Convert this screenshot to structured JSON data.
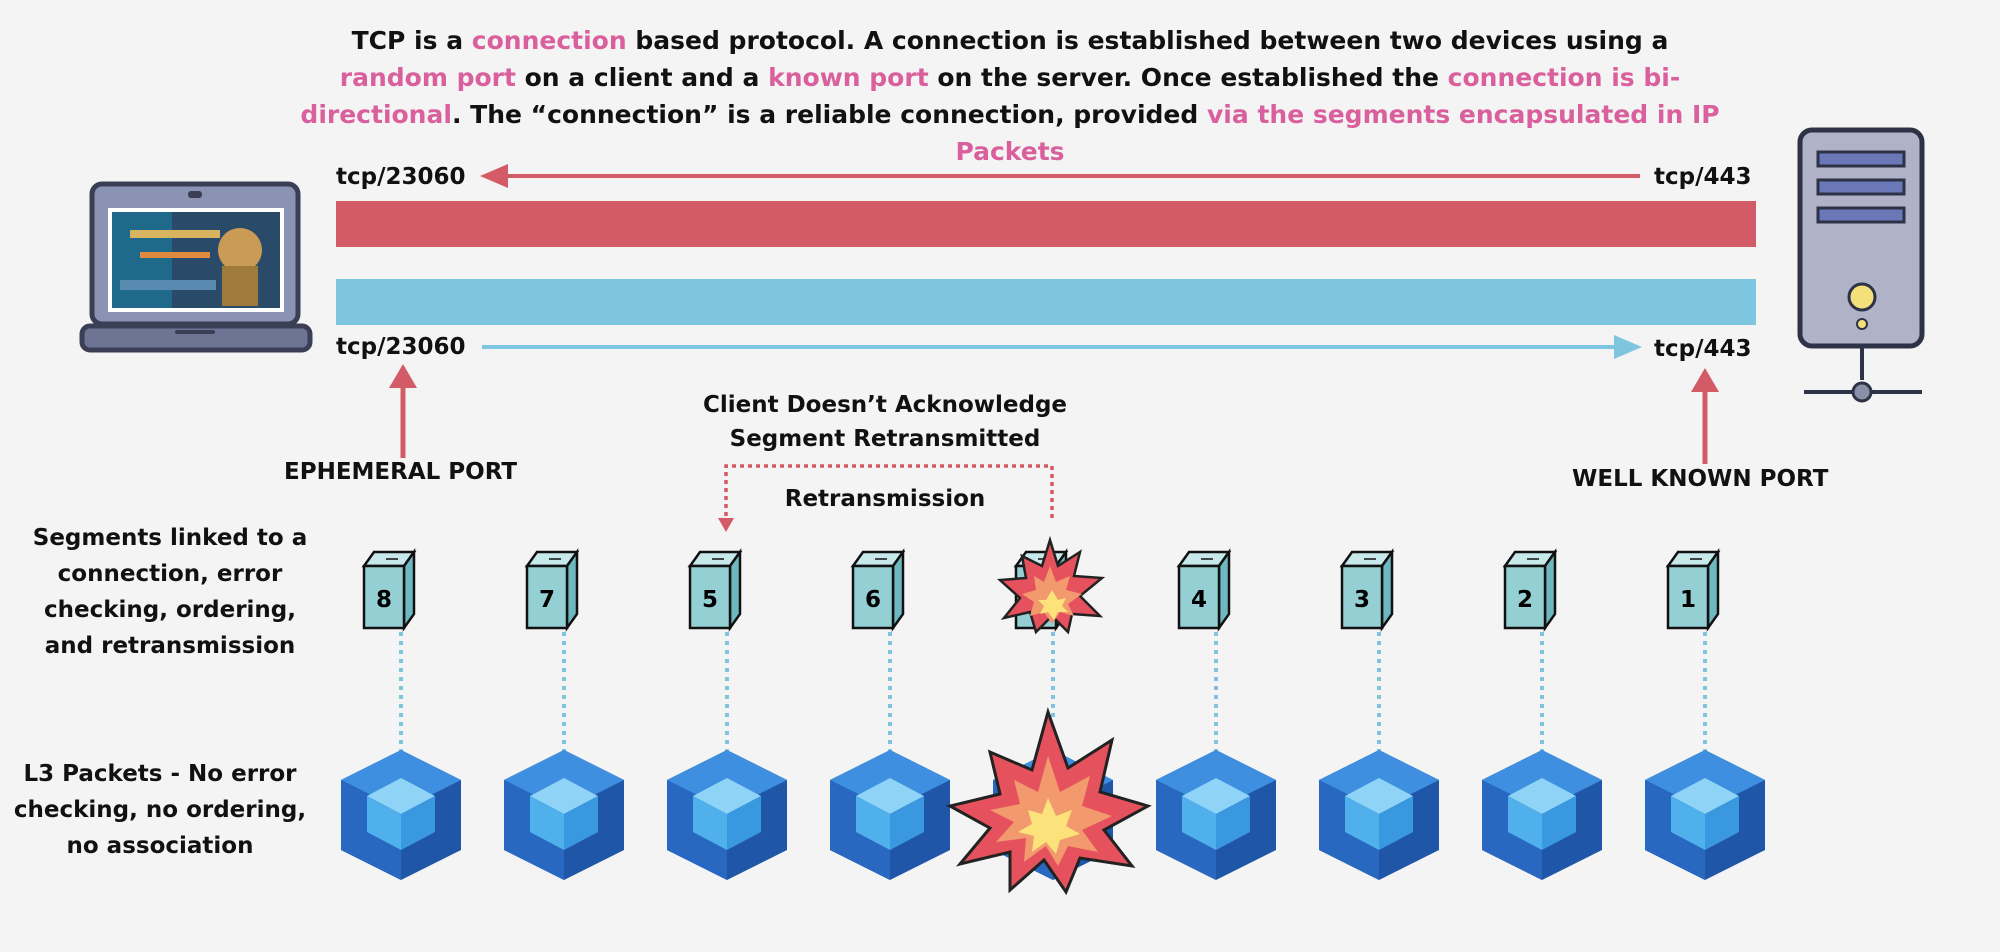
{
  "intro": {
    "p1": "TCP is a ",
    "h1": "connection",
    "p2": " based protocol. A connection is established between two devices using a ",
    "h2": "random port",
    "p3": " on a client and a ",
    "h3": "known port",
    "p4": " on the server. Once established the ",
    "h4": "connection is bi-directional",
    "p5": ". The “connection” is a reliable connection, provided ",
    "h5": "via the segments encapsulated in IP Packets"
  },
  "ports": {
    "client_top": "tcp/23060",
    "server_top": "tcp/443",
    "client_bottom": "tcp/23060",
    "server_bottom": "tcp/443"
  },
  "labels": {
    "ephemeral": "EPHEMERAL PORT",
    "well_known": "WELL KNOWN PORT",
    "client_ack_line1": "Client Doesn’t Acknowledge",
    "client_ack_line2": "Segment Retransmitted",
    "retransmission": "Retransmission"
  },
  "side_labels": {
    "segments": [
      "Segments linked to a",
      "connection, error",
      "checking, ordering,",
      "and retransmission"
    ],
    "packets": [
      "L3 Packets - No error",
      "checking, no ordering,",
      "no association"
    ]
  },
  "segments": [
    "8",
    "7",
    "5",
    "6",
    "",
    "4",
    "3",
    "2",
    "1"
  ],
  "colors": {
    "highlight": "#d9609c",
    "red_stream": "#d35b68",
    "blue_stream": "#7ec6e0",
    "segment_cube": "#94cfd4",
    "packet_cube": "#2d6fc9",
    "explosion": "#e5525e"
  },
  "icons": {
    "client": "laptop-icon",
    "server": "server-tower-icon",
    "lost": "explosion-icon"
  }
}
